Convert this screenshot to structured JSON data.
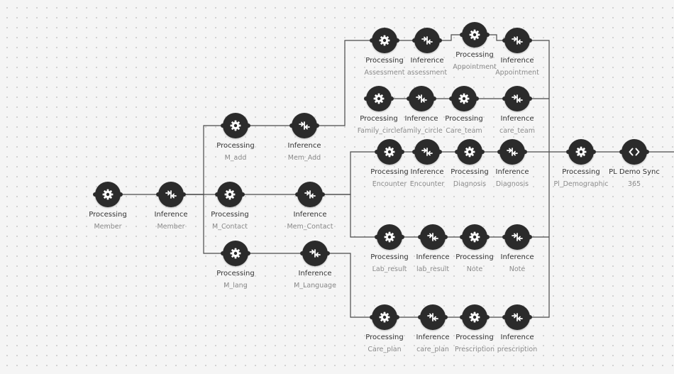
{
  "nodes": [
    {
      "id": "n_member_p",
      "type": "Processing",
      "name": "Member",
      "icon": "gear-icon"
    },
    {
      "id": "n_member_i",
      "type": "Inference",
      "name": "Member",
      "icon": "inference-icon"
    },
    {
      "id": "n_madd_p",
      "type": "Processing",
      "name": "M_add",
      "icon": "gear-icon"
    },
    {
      "id": "n_madd_i",
      "type": "Inference",
      "name": "Mem_Add",
      "icon": "inference-icon"
    },
    {
      "id": "n_mcontact_p",
      "type": "Processing",
      "name": "M_Contact",
      "icon": "gear-icon"
    },
    {
      "id": "n_mcontact_i",
      "type": "Inference",
      "name": "Mem_Contact",
      "icon": "inference-icon"
    },
    {
      "id": "n_mlang_p",
      "type": "Processing",
      "name": "M_lang",
      "icon": "gear-icon"
    },
    {
      "id": "n_mlang_i",
      "type": "Inference",
      "name": "M_Language",
      "icon": "inference-icon"
    },
    {
      "id": "n_assess_p",
      "type": "Processing",
      "name": "Assessment",
      "icon": "gear-icon"
    },
    {
      "id": "n_assess_i",
      "type": "Inference",
      "name": "assessment",
      "icon": "inference-icon"
    },
    {
      "id": "n_appt_p",
      "type": "Processing",
      "name": "Appointment",
      "icon": "gear-icon"
    },
    {
      "id": "n_appt_i",
      "type": "Inference",
      "name": "Appointment",
      "icon": "inference-icon"
    },
    {
      "id": "n_fam_p",
      "type": "Processing",
      "name": "Family_circle",
      "icon": "gear-icon"
    },
    {
      "id": "n_fam_i",
      "type": "Inference",
      "name": "family_circle",
      "icon": "inference-icon"
    },
    {
      "id": "n_care_p",
      "type": "Processing",
      "name": "Care_team",
      "icon": "gear-icon"
    },
    {
      "id": "n_care_i",
      "type": "Inference",
      "name": "care_team",
      "icon": "inference-icon"
    },
    {
      "id": "n_enc_p",
      "type": "Processing",
      "name": "Encounter",
      "icon": "gear-icon"
    },
    {
      "id": "n_enc_i",
      "type": "Inference",
      "name": "Encounter",
      "icon": "inference-icon"
    },
    {
      "id": "n_diag_p",
      "type": "Processing",
      "name": "Diagnosis",
      "icon": "gear-icon"
    },
    {
      "id": "n_diag_i",
      "type": "Inference",
      "name": "Diagnosis",
      "icon": "inference-icon"
    },
    {
      "id": "n_lab_p",
      "type": "Processing",
      "name": "Lab_result",
      "icon": "gear-icon"
    },
    {
      "id": "n_lab_i",
      "type": "Inference",
      "name": "lab_result",
      "icon": "inference-icon"
    },
    {
      "id": "n_note_p",
      "type": "Processing",
      "name": "Note",
      "icon": "gear-icon"
    },
    {
      "id": "n_note_i",
      "type": "Inference",
      "name": "Note",
      "icon": "inference-icon"
    },
    {
      "id": "n_cplan_p",
      "type": "Processing",
      "name": "Care_plan",
      "icon": "gear-icon"
    },
    {
      "id": "n_cplan_i",
      "type": "Inference",
      "name": "care_plan",
      "icon": "inference-icon"
    },
    {
      "id": "n_presc_p",
      "type": "Processing",
      "name": "Prescription",
      "icon": "gear-icon"
    },
    {
      "id": "n_presc_i",
      "type": "Inference",
      "name": "prescription",
      "icon": "inference-icon"
    },
    {
      "id": "n_pldemo_p",
      "type": "Processing",
      "name": "Pl_Demographic",
      "icon": "gear-icon"
    },
    {
      "id": "n_plsync",
      "type": "PL Demo Sync",
      "name": "365",
      "icon": "code-icon"
    }
  ]
}
